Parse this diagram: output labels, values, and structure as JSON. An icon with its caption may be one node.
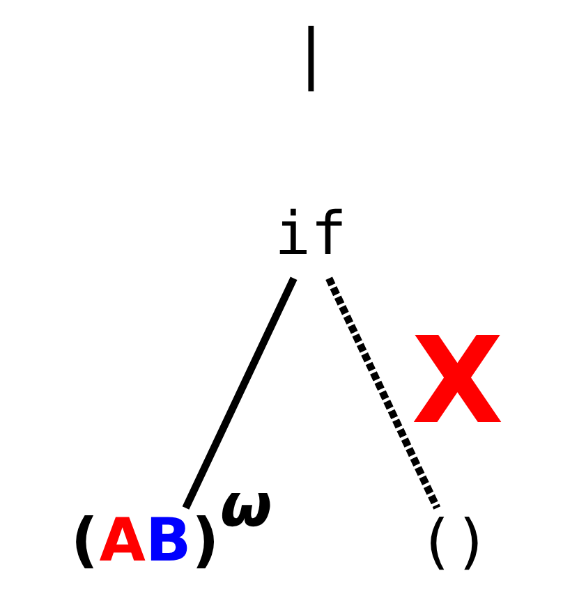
{
  "diagram": {
    "nodes": [
      {
        "text": [
          "if"
        ]
      },
      {
        "text": [
          "(AB)$^{ω}$"
        ]
      },
      {
        "text": [
          "()"
        ]
      }
    ],
    "edges": [
      {
        "from": 0,
        "to": 1,
        "arrow": "none"
      },
      {
        "from": 0,
        "to": 2,
        "arrow": "none",
        "style": "dashed",
        "label": "X"
      }
    ],
    "labels": [
      "|"
    ]
  }
}
